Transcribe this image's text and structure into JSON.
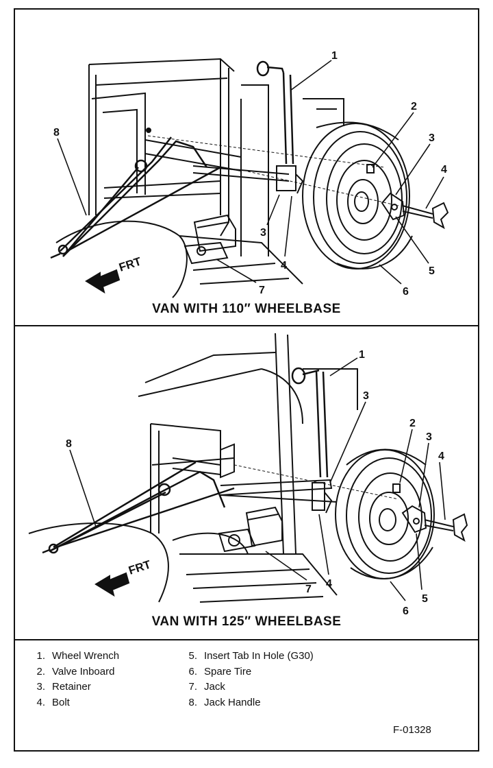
{
  "diagrams": [
    {
      "title": "VAN WITH 110″ WHEELBASE",
      "direction_label": "FRT",
      "callouts": [
        "1",
        "2",
        "3",
        "4",
        "3",
        "4",
        "5",
        "6",
        "7",
        "8"
      ]
    },
    {
      "title": "VAN WITH 125″ WHEELBASE",
      "direction_label": "FRT",
      "callouts": [
        "1",
        "2",
        "3",
        "3",
        "4",
        "4",
        "5",
        "6",
        "7",
        "8"
      ]
    }
  ],
  "legend": {
    "left": [
      {
        "num": "1.",
        "text": "Wheel Wrench"
      },
      {
        "num": "2.",
        "text": "Valve Inboard"
      },
      {
        "num": "3.",
        "text": "Retainer"
      },
      {
        "num": "4.",
        "text": "Bolt"
      }
    ],
    "right": [
      {
        "num": "5.",
        "text": "Insert Tab In Hole (G30)"
      },
      {
        "num": "6.",
        "text": "Spare Tire"
      },
      {
        "num": "7.",
        "text": "Jack"
      },
      {
        "num": "8.",
        "text": "Jack Handle"
      }
    ]
  },
  "figure_id": "F-01328"
}
